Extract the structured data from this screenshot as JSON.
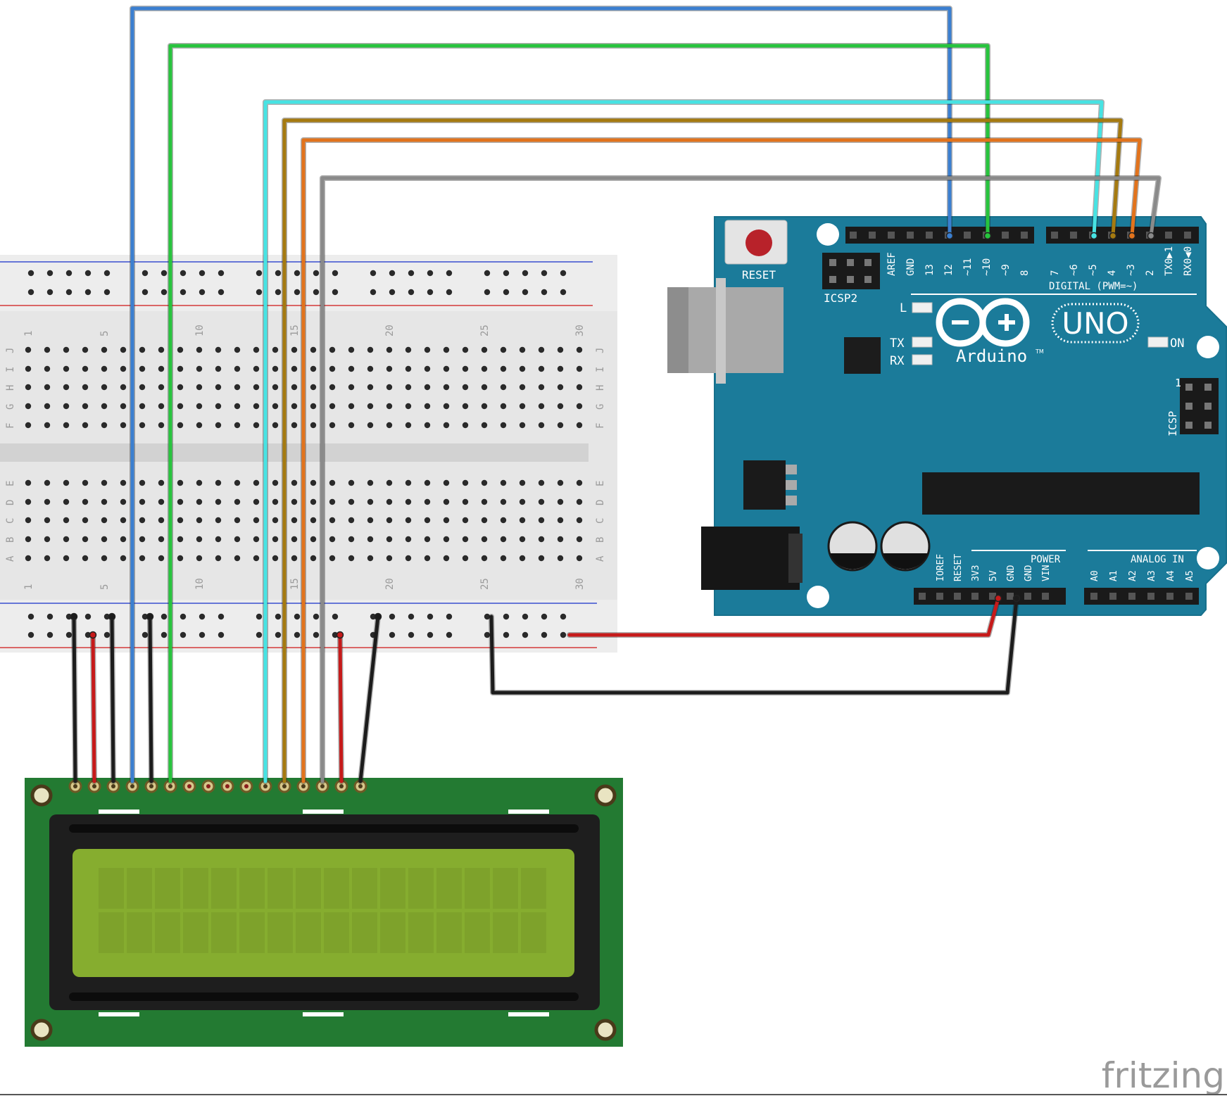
{
  "breadboard": {
    "column_numbers": [
      "1",
      "5",
      "10",
      "15",
      "20",
      "25",
      "30"
    ],
    "rows_top": [
      "J",
      "I",
      "H",
      "G",
      "F"
    ],
    "rows_bottom": [
      "E",
      "D",
      "C",
      "B",
      "A"
    ]
  },
  "arduino": {
    "reset_label": "RESET",
    "icsp2_label": "ICSP2",
    "icsp_label": "ICSP",
    "icsp_pin1_label": "1",
    "digital_label": "DIGITAL (PWM=~)",
    "digital_pins": [
      "AREF",
      "GND",
      "13",
      "12",
      "~11",
      "~10",
      "~9",
      "8",
      "7",
      "~6",
      "~5",
      "4",
      "~3",
      "2",
      "TX0▶1",
      "RX0◀0"
    ],
    "led_l_label": "L",
    "tx_label": "TX",
    "rx_label": "RX",
    "on_label": "ON",
    "uno_label": "UNO",
    "brand_label": "Arduino",
    "trademark": "TM",
    "power_label": "POWER",
    "power_pins": [
      "IOREF",
      "RESET",
      "3V3",
      "5V",
      "GND",
      "GND",
      "VIN"
    ],
    "analog_label": "ANALOG IN",
    "analog_pins": [
      "A0",
      "A1",
      "A2",
      "A3",
      "A4",
      "A5"
    ]
  },
  "watermark": "fritzing",
  "wire_colors": {
    "blue": "#3b7fd0",
    "green": "#27c43d",
    "cyan": "#47e3e3",
    "brown": "#a57a10",
    "orange": "#e2731c",
    "gray": "#8a8a8a",
    "red": "#c61a1a",
    "black": "#1c1c1c"
  },
  "colors": {
    "arduino_board": "#1b7b9a",
    "lcd_pcb": "#237a32",
    "lcd_screen": "#86ad2f",
    "breadboard": "#e6e6e6"
  }
}
